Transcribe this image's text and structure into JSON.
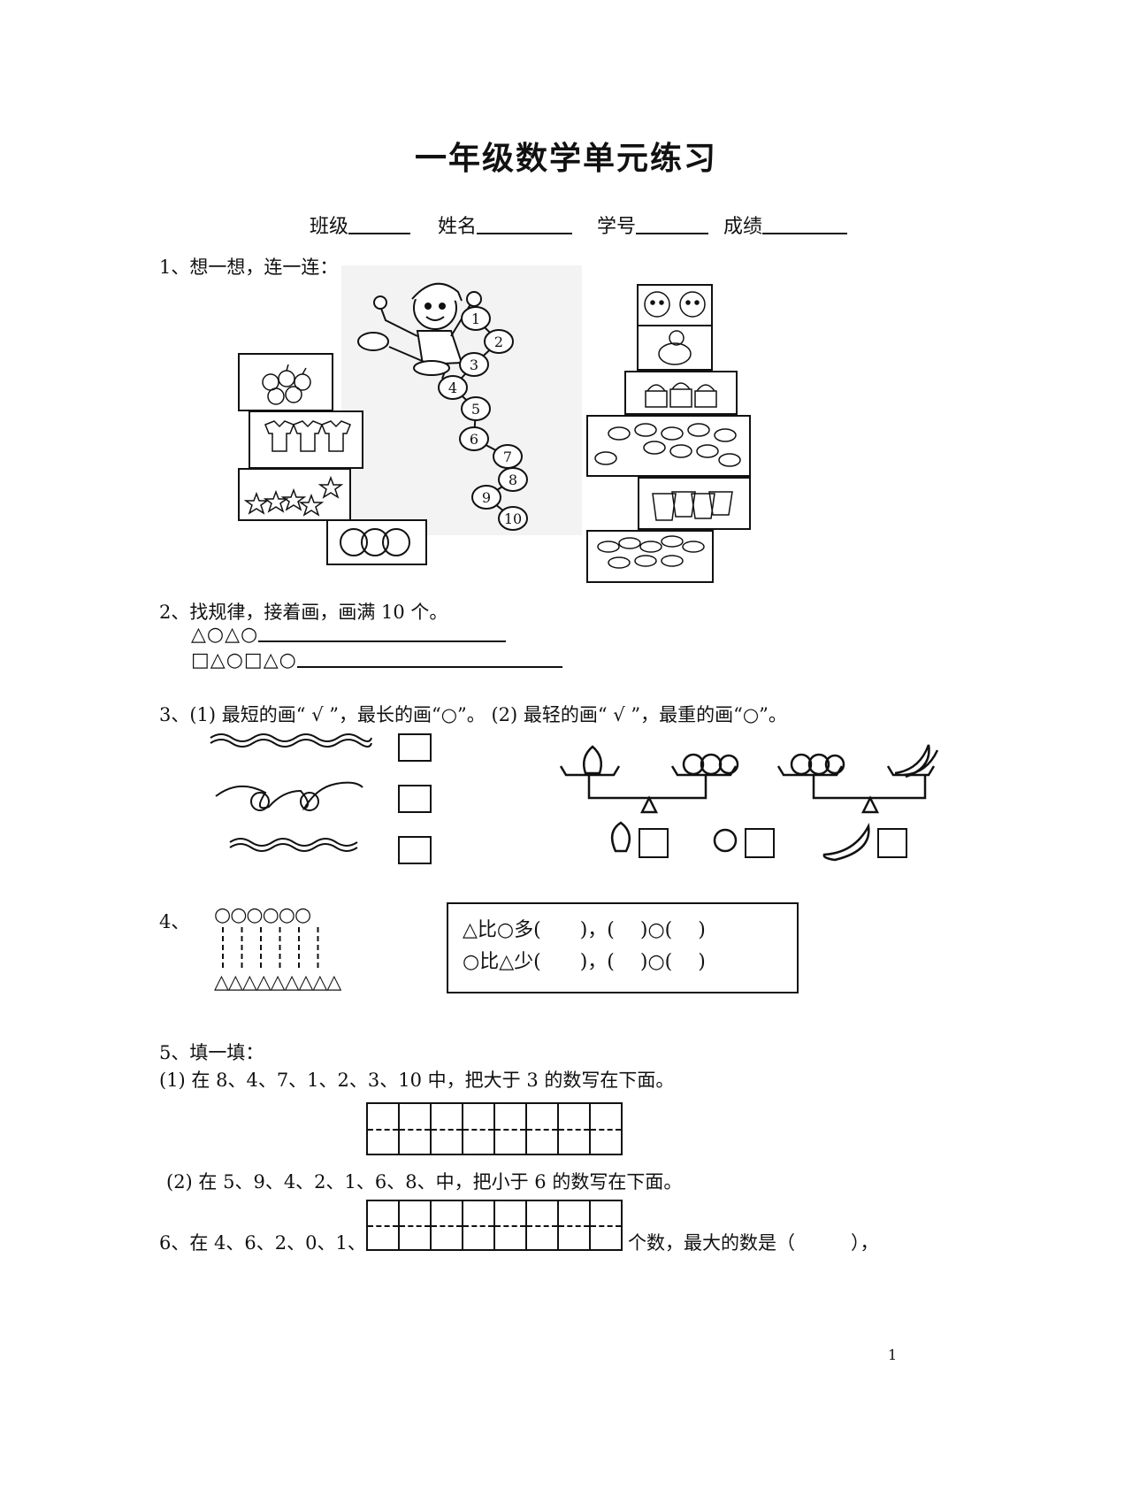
{
  "title": "一年级数学单元练习",
  "info": {
    "class_label": "班级",
    "name_label": "姓名",
    "id_label": "学号",
    "score_label": "成绩"
  },
  "q1": {
    "label": "1、想一想，连一连：",
    "path_numbers": [
      "1",
      "2",
      "3",
      "4",
      "5",
      "6",
      "7",
      "8",
      "9",
      "10"
    ]
  },
  "q2": {
    "label": "2、找规律，接着画，画满 10 个。",
    "row1": "△○△○",
    "row2": "□△○□△○"
  },
  "q3": {
    "label": "3、(1) 最短的画“ √ ”，最长的画“○”。 (2) 最轻的画“ √ ”，最重的画“○”。"
  },
  "q4": {
    "label": "4、",
    "circles": "○○○○○○",
    "triangles": "△△△△△△△△△",
    "line1": "△比○多(　　)，(　 )○(　 )",
    "line2": "○比△少(　　)，(　 )○(　 )"
  },
  "q5": {
    "label": "5、填一填：",
    "part1": "(1) 在 8、4、7、1、2、3、10 中，把大于 3 的数写在下面。",
    "part2": "(2) 在 5、9、4、2、1、6、8、中，把小于 6 的数写在下面。"
  },
  "q6": {
    "prefix": "6、在 4、6、2、0、1、",
    "suffix": "个数，最大的数是（　　　），"
  },
  "page_number": "1"
}
